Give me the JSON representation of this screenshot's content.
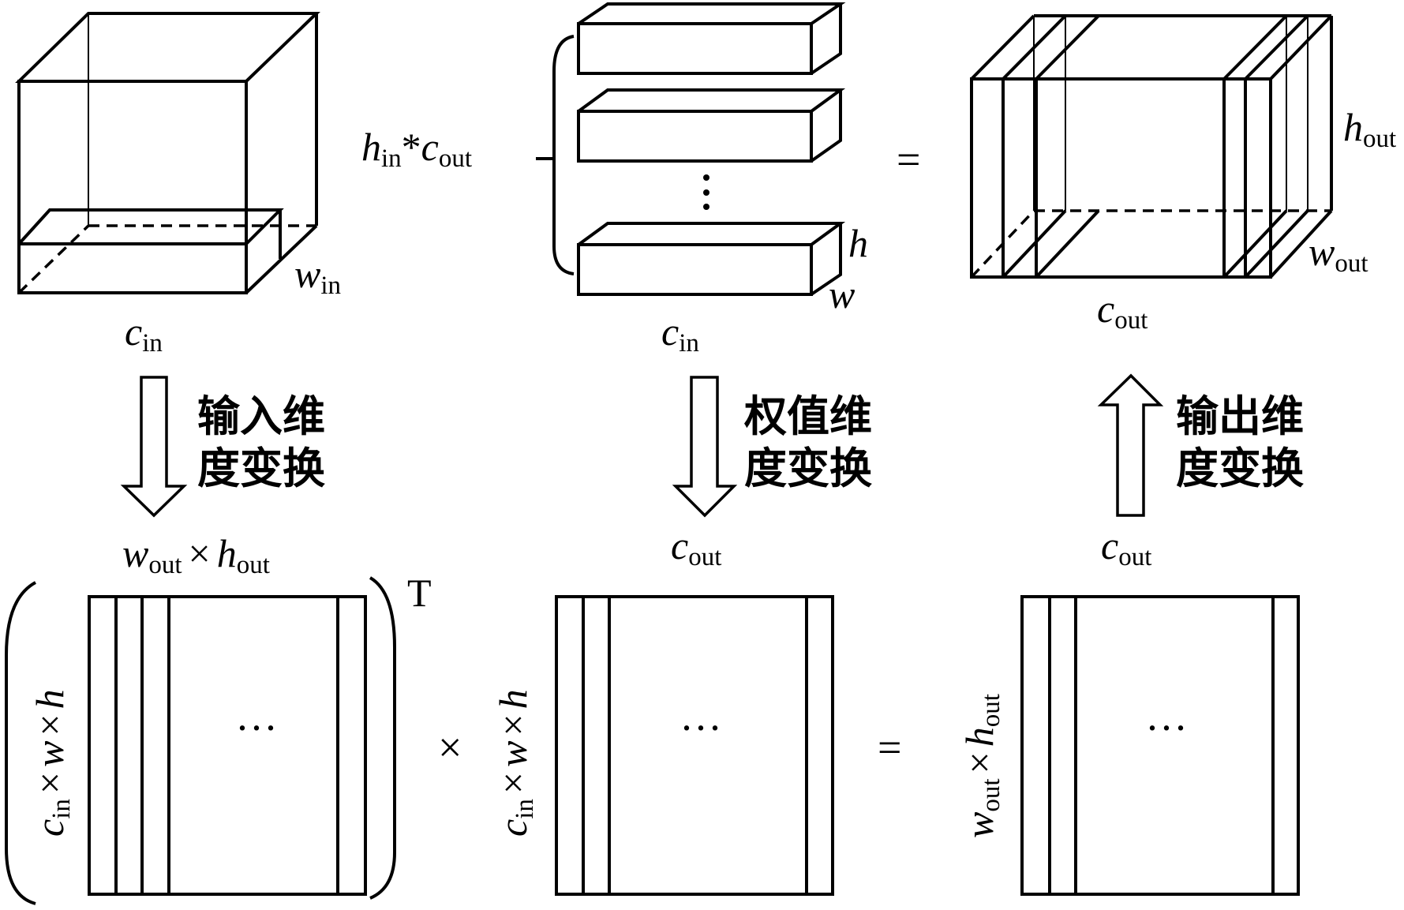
{
  "top_left": {
    "w_in": [
      "w",
      "in"
    ],
    "c_in": [
      "c",
      "in"
    ]
  },
  "top_middle": {
    "count": [
      "h",
      "in",
      "*",
      "c",
      "out"
    ],
    "h": "h",
    "w": "w",
    "c_in": [
      "c",
      "in"
    ]
  },
  "top_right": {
    "equals": "=",
    "h_out": [
      "h",
      "out"
    ],
    "w_out": [
      "w",
      "out"
    ],
    "c_out": [
      "c",
      "out"
    ]
  },
  "arrows": {
    "input": [
      "输入维",
      "度变换"
    ],
    "weight": [
      "权值维",
      "度变换"
    ],
    "output": [
      "输出维",
      "度变换"
    ]
  },
  "bottom_left": {
    "top": [
      "w",
      "out",
      "×",
      "h",
      "out"
    ],
    "side": [
      "c",
      "in",
      "×",
      "w",
      "×",
      "h"
    ],
    "transpose": "T",
    "dots": "···"
  },
  "bottom_middle": {
    "times": "×",
    "top": [
      "c",
      "out"
    ],
    "side": [
      "c",
      "in",
      "×",
      "w",
      "×",
      "h"
    ],
    "dots": "···"
  },
  "bottom_right": {
    "equals": "=",
    "top": [
      "c",
      "out"
    ],
    "side": [
      "w",
      "out",
      "×",
      "h",
      "out"
    ],
    "dots": "···"
  }
}
